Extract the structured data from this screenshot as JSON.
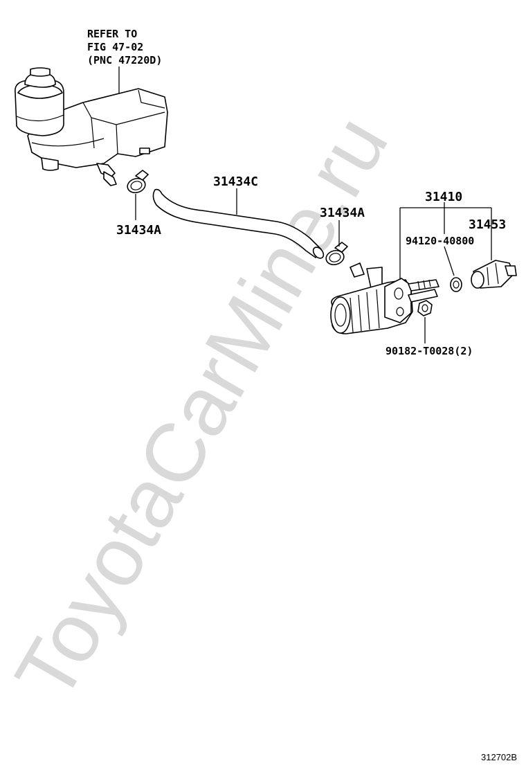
{
  "watermark": "ToyotaCarMine.ru",
  "reference_note": {
    "line1": "REFER TO",
    "line2": "FIG 47-02",
    "line3": "(PNC 47220D)"
  },
  "labels": {
    "hose": "31434C",
    "clamp_left": "31434A",
    "clamp_right": "31434A",
    "cylinder_assy": "31410",
    "bleeder_plug": "31453",
    "cap": "94120-40800",
    "nut": "90182-T0028(2)"
  },
  "figure_number": "312702B"
}
